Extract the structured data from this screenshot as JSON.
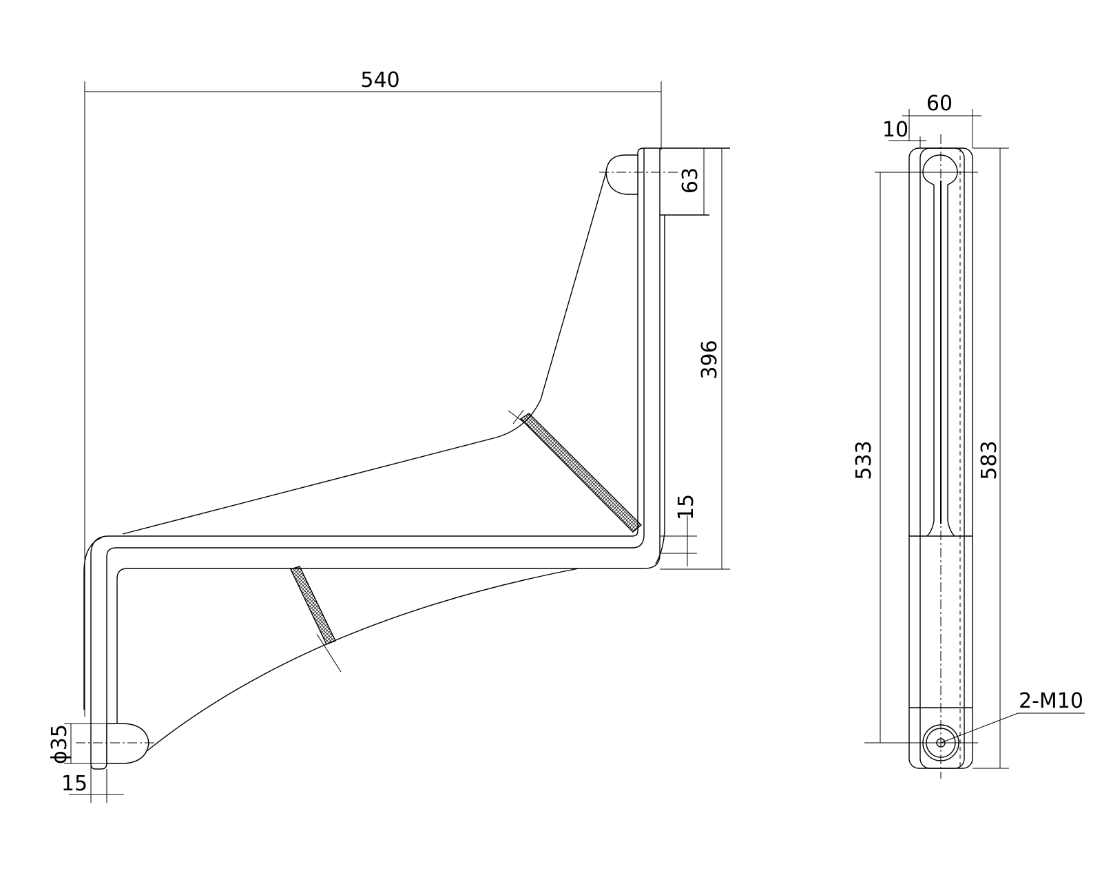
{
  "drawing": {
    "front_view": {
      "dimensions": {
        "overall_width": "540",
        "height": "396",
        "top_pad": "63",
        "tube_thickness": "15",
        "tube_diameter": "ϕ35",
        "wall_offset": "15"
      }
    },
    "side_view": {
      "dimensions": {
        "width": "60",
        "edge": "10",
        "hole_spacing": "533",
        "total_length": "583"
      },
      "callouts": {
        "holes": "2-M10"
      }
    },
    "colors": {
      "line": "#000000",
      "background": "#ffffff"
    }
  }
}
